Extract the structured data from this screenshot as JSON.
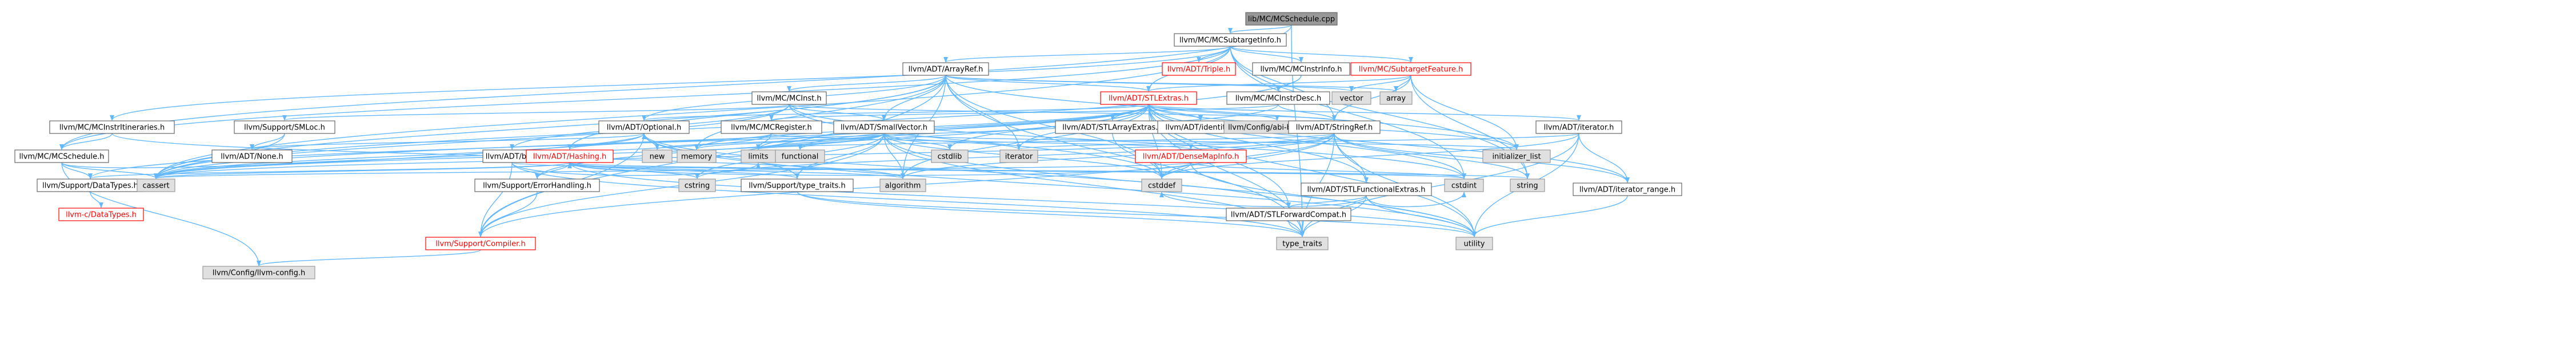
{
  "colors": {
    "root_fill": "#999999",
    "root_stroke": "#666666",
    "internal_fill": "#ffffff",
    "internal_stroke": "#666666",
    "incomplete_stroke": "#ff0000",
    "system_fill": "#e0e0e0",
    "system_stroke": "#999999",
    "edge": "#63b8ff",
    "label_text": "#000000",
    "incomplete_text": "#ff0000"
  },
  "nodes": [
    {
      "id": "root",
      "label": "lib/MC/MCSchedule.cpp",
      "kind": "root"
    },
    {
      "id": "subtarget",
      "label": "llvm/MC/MCSubtargetInfo.h",
      "kind": "header"
    },
    {
      "id": "arrayref",
      "label": "llvm/ADT/ArrayRef.h",
      "kind": "header"
    },
    {
      "id": "triple",
      "label": "llvm/ADT/Triple.h",
      "kind": "incomplete"
    },
    {
      "id": "instrinfo",
      "label": "llvm/MC/MCInstrInfo.h",
      "kind": "header"
    },
    {
      "id": "subfeature",
      "label": "llvm/MC/SubtargetFeature.h",
      "kind": "incomplete"
    },
    {
      "id": "mcinst",
      "label": "llvm/MC/MCInst.h",
      "kind": "header"
    },
    {
      "id": "stlextras",
      "label": "llvm/ADT/STLExtras.h",
      "kind": "incomplete"
    },
    {
      "id": "instrdesc",
      "label": "llvm/MC/MCInstrDesc.h",
      "kind": "header"
    },
    {
      "id": "vector",
      "label": "vector",
      "kind": "system"
    },
    {
      "id": "array",
      "label": "array",
      "kind": "system"
    },
    {
      "id": "itineraries",
      "label": "llvm/MC/MCInstrItineraries.h",
      "kind": "header"
    },
    {
      "id": "smloc",
      "label": "llvm/Support/SMLoc.h",
      "kind": "header"
    },
    {
      "id": "optional",
      "label": "llvm/ADT/Optional.h",
      "kind": "header"
    },
    {
      "id": "mcregister",
      "label": "llvm/MC/MCRegister.h",
      "kind": "header"
    },
    {
      "id": "smallvector",
      "label": "llvm/ADT/SmallVector.h",
      "kind": "header"
    },
    {
      "id": "stlarrayextras",
      "label": "llvm/ADT/STLArrayExtras.h",
      "kind": "header"
    },
    {
      "id": "identity",
      "label": "llvm/ADT/identity.h",
      "kind": "header"
    },
    {
      "id": "configabi",
      "label": "llvm/Config/abi-breaking.h",
      "kind": "system"
    },
    {
      "id": "stringref",
      "label": "llvm/ADT/StringRef.h",
      "kind": "header"
    },
    {
      "id": "adtiterator",
      "label": "llvm/ADT/iterator.h",
      "kind": "header"
    },
    {
      "id": "schedule",
      "label": "llvm/MC/MCSchedule.h",
      "kind": "header"
    },
    {
      "id": "adtnone",
      "label": "llvm/ADT/None.h",
      "kind": "header"
    },
    {
      "id": "bit",
      "label": "llvm/ADT/bit.h",
      "kind": "header"
    },
    {
      "id": "hashing",
      "label": "llvm/ADT/Hashing.h",
      "kind": "incomplete"
    },
    {
      "id": "new",
      "label": "new",
      "kind": "system"
    },
    {
      "id": "memory",
      "label": "memory",
      "kind": "system"
    },
    {
      "id": "limits",
      "label": "limits",
      "kind": "system"
    },
    {
      "id": "functional",
      "label": "functional",
      "kind": "system"
    },
    {
      "id": "cstdlib",
      "label": "cstdlib",
      "kind": "system"
    },
    {
      "id": "iterator",
      "label": "iterator",
      "kind": "system"
    },
    {
      "id": "densemapinfo",
      "label": "llvm/ADT/DenseMapInfo.h",
      "kind": "incomplete"
    },
    {
      "id": "initlist",
      "label": "initializer_list",
      "kind": "system"
    },
    {
      "id": "stlfunctional",
      "label": "llvm/ADT/STLFunctionalExtras.h",
      "kind": "header"
    },
    {
      "id": "iterrange",
      "label": "llvm/ADT/iterator_range.h",
      "kind": "header"
    },
    {
      "id": "datatypes",
      "label": "llvm/Support/DataTypes.h",
      "kind": "header"
    },
    {
      "id": "cassert",
      "label": "cassert",
      "kind": "system"
    },
    {
      "id": "errorhandling",
      "label": "llvm/Support/ErrorHandling.h",
      "kind": "header"
    },
    {
      "id": "typetraits_h",
      "label": "llvm/Support/type_traits.h",
      "kind": "header"
    },
    {
      "id": "cstring",
      "label": "cstring",
      "kind": "system"
    },
    {
      "id": "algorithm",
      "label": "algorithm",
      "kind": "system"
    },
    {
      "id": "cstddef",
      "label": "cstddef",
      "kind": "system"
    },
    {
      "id": "stlforward",
      "label": "llvm/ADT/STLForwardCompat.h",
      "kind": "header"
    },
    {
      "id": "cstdint",
      "label": "cstdint",
      "kind": "system"
    },
    {
      "id": "string",
      "label": "string",
      "kind": "system"
    },
    {
      "id": "cdatatypes",
      "label": "llvm-c/DataTypes.h",
      "kind": "incomplete"
    },
    {
      "id": "compiler",
      "label": "llvm/Support/Compiler.h",
      "kind": "incomplete"
    },
    {
      "id": "type_traits",
      "label": "type_traits",
      "kind": "system"
    },
    {
      "id": "utility",
      "label": "utility",
      "kind": "system"
    },
    {
      "id": "llvmconfig",
      "label": "llvm/Config/llvm-config.h",
      "kind": "system"
    }
  ],
  "edges": [
    [
      "root",
      "subtarget"
    ],
    [
      "root",
      "schedule"
    ],
    [
      "root",
      "type_traits"
    ],
    [
      "subtarget",
      "arrayref"
    ],
    [
      "subtarget",
      "triple"
    ],
    [
      "subtarget",
      "instrinfo"
    ],
    [
      "subtarget",
      "subfeature"
    ],
    [
      "subtarget",
      "stlextras"
    ],
    [
      "subtarget",
      "itineraries"
    ],
    [
      "subtarget",
      "schedule"
    ],
    [
      "subtarget",
      "stringref"
    ],
    [
      "subtarget",
      "cassert"
    ],
    [
      "subtarget",
      "cstdint"
    ],
    [
      "subtarget",
      "string"
    ],
    [
      "arrayref",
      "mcinst"
    ],
    [
      "arrayref",
      "hashing"
    ],
    [
      "arrayref",
      "optional"
    ],
    [
      "arrayref",
      "smallvector"
    ],
    [
      "arrayref",
      "stlextras"
    ],
    [
      "arrayref",
      "compiler"
    ],
    [
      "arrayref",
      "algorithm"
    ],
    [
      "arrayref",
      "array"
    ],
    [
      "arrayref",
      "cassert"
    ],
    [
      "arrayref",
      "cstddef"
    ],
    [
      "arrayref",
      "initlist"
    ],
    [
      "arrayref",
      "iterator"
    ],
    [
      "arrayref",
      "memory"
    ],
    [
      "arrayref",
      "type_traits"
    ],
    [
      "arrayref",
      "vector"
    ],
    [
      "instrinfo",
      "instrdesc"
    ],
    [
      "instrinfo",
      "cassert"
    ],
    [
      "subfeature",
      "stlextras"
    ],
    [
      "subfeature",
      "stringref"
    ],
    [
      "subfeature",
      "array"
    ],
    [
      "subfeature",
      "initlist"
    ],
    [
      "subfeature",
      "string"
    ],
    [
      "subfeature",
      "vector"
    ],
    [
      "mcinst",
      "smallvector"
    ],
    [
      "mcinst",
      "stringref"
    ],
    [
      "mcinst",
      "smloc"
    ],
    [
      "mcinst",
      "bit"
    ],
    [
      "mcinst",
      "cassert"
    ],
    [
      "mcinst",
      "cstddef"
    ],
    [
      "mcinst",
      "cstdint"
    ],
    [
      "stlextras",
      "optional"
    ],
    [
      "stlextras",
      "stlarrayextras"
    ],
    [
      "stlextras",
      "stlforward"
    ],
    [
      "stlextras",
      "stlfunctional"
    ],
    [
      "stlextras",
      "identity"
    ],
    [
      "stlextras",
      "adtiterator"
    ],
    [
      "stlextras",
      "iterrange"
    ],
    [
      "stlextras",
      "configabi"
    ],
    [
      "stlextras",
      "errorhandling"
    ],
    [
      "stlextras",
      "algorithm"
    ],
    [
      "stlextras",
      "cassert"
    ],
    [
      "stlextras",
      "cstddef"
    ],
    [
      "stlextras",
      "cstdint"
    ],
    [
      "stlextras",
      "cstdlib"
    ],
    [
      "stlextras",
      "functional"
    ],
    [
      "stlextras",
      "initlist"
    ],
    [
      "stlextras",
      "iterator"
    ],
    [
      "stlextras",
      "limits"
    ],
    [
      "stlextras",
      "memory"
    ],
    [
      "stlextras",
      "tuple_dummy"
    ],
    [
      "stlextras",
      "type_traits"
    ],
    [
      "stlextras",
      "utility"
    ],
    [
      "instrdesc",
      "mcregister"
    ],
    [
      "instrdesc",
      "stringref"
    ],
    [
      "instrdesc",
      "datatypes"
    ],
    [
      "itineraries",
      "schedule"
    ],
    [
      "itineraries",
      "algorithm"
    ],
    [
      "smloc",
      "adtnone"
    ],
    [
      "smloc",
      "cassert"
    ],
    [
      "optional",
      "adtnone"
    ],
    [
      "optional",
      "stlforward"
    ],
    [
      "optional",
      "compiler"
    ],
    [
      "optional",
      "typetraits_h"
    ],
    [
      "optional",
      "cassert"
    ],
    [
      "optional",
      "new"
    ],
    [
      "optional",
      "utility"
    ],
    [
      "mcregister",
      "densemapinfo"
    ],
    [
      "mcregister",
      "hashing"
    ],
    [
      "mcregister",
      "cassert"
    ],
    [
      "mcregister",
      "limits"
    ],
    [
      "smallvector",
      "compiler"
    ],
    [
      "smallvector",
      "typetraits_h"
    ],
    [
      "smallvector",
      "algorithm"
    ],
    [
      "smallvector",
      "cassert"
    ],
    [
      "smallvector",
      "cstddef"
    ],
    [
      "smallvector",
      "cstdlib"
    ],
    [
      "smallvector",
      "cstring"
    ],
    [
      "smallvector",
      "functional"
    ],
    [
      "smallvector",
      "initlist"
    ],
    [
      "smallvector",
      "iterator"
    ],
    [
      "smallvector",
      "limits"
    ],
    [
      "smallvector",
      "memory"
    ],
    [
      "smallvector",
      "new"
    ],
    [
      "smallvector",
      "type_traits"
    ],
    [
      "smallvector",
      "utility"
    ],
    [
      "stlarrayextras",
      "cstddef"
    ],
    [
      "stringref",
      "stlfunctional"
    ],
    [
      "stringref",
      "iterrange"
    ],
    [
      "stringref",
      "compiler"
    ],
    [
      "stringref",
      "algorithm"
    ],
    [
      "stringref",
      "cassert"
    ],
    [
      "stringref",
      "cstddef"
    ],
    [
      "stringref",
      "cstring"
    ],
    [
      "stringref",
      "limits"
    ],
    [
      "stringref",
      "string"
    ],
    [
      "stringref",
      "type_traits"
    ],
    [
      "stringref",
      "utility"
    ],
    [
      "adtiterator",
      "iterrange"
    ],
    [
      "adtiterator",
      "cstddef"
    ],
    [
      "adtiterator",
      "iterator"
    ],
    [
      "adtiterator",
      "type_traits"
    ],
    [
      "adtiterator",
      "utility"
    ],
    [
      "schedule",
      "optional"
    ],
    [
      "schedule",
      "datatypes"
    ],
    [
      "schedule",
      "cassert"
    ],
    [
      "schedule",
      "llvmconfig"
    ],
    [
      "bit",
      "compiler"
    ],
    [
      "bit",
      "cstdint"
    ],
    [
      "bit",
      "limits"
    ],
    [
      "bit",
      "type_traits"
    ],
    [
      "hashing",
      "errorhandling"
    ],
    [
      "hashing",
      "datatypes"
    ],
    [
      "hashing",
      "typetraits_h"
    ],
    [
      "hashing",
      "algorithm"
    ],
    [
      "hashing",
      "cassert"
    ],
    [
      "hashing",
      "cstring"
    ],
    [
      "hashing",
      "string"
    ],
    [
      "hashing",
      "utility"
    ],
    [
      "densemapinfo",
      "hashing"
    ],
    [
      "densemapinfo",
      "cassert"
    ],
    [
      "densemapinfo",
      "cstddef"
    ],
    [
      "densemapinfo",
      "cstdint"
    ],
    [
      "densemapinfo",
      "utility"
    ],
    [
      "stlfunctional",
      "stlforward"
    ],
    [
      "stlfunctional",
      "cstddef"
    ],
    [
      "stlfunctional",
      "cstdint"
    ],
    [
      "stlfunctional",
      "type_traits"
    ],
    [
      "stlfunctional",
      "utility"
    ],
    [
      "iterrange",
      "utility"
    ],
    [
      "datatypes",
      "cdatatypes"
    ],
    [
      "errorhandling",
      "compiler"
    ],
    [
      "typetraits_h",
      "type_traits"
    ],
    [
      "typetraits_h",
      "utility"
    ],
    [
      "stlforward",
      "type_traits"
    ],
    [
      "compiler",
      "llvmconfig"
    ]
  ]
}
